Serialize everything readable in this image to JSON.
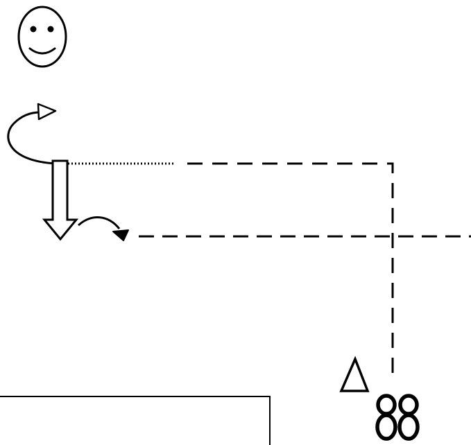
{
  "diagram": {
    "background": "#ffffff",
    "ink_color": "#000000",
    "symbols": [
      "smiley-face-icon",
      "circular-rotation-arrow-icon",
      "hollow-down-arrow-icon",
      "curved-forward-arrow-icon",
      "triangle-icon",
      "double-eight-glyph-icon"
    ],
    "line_styles": {
      "start_connector": "dotted",
      "paths": "dashed",
      "box": "solid"
    }
  }
}
